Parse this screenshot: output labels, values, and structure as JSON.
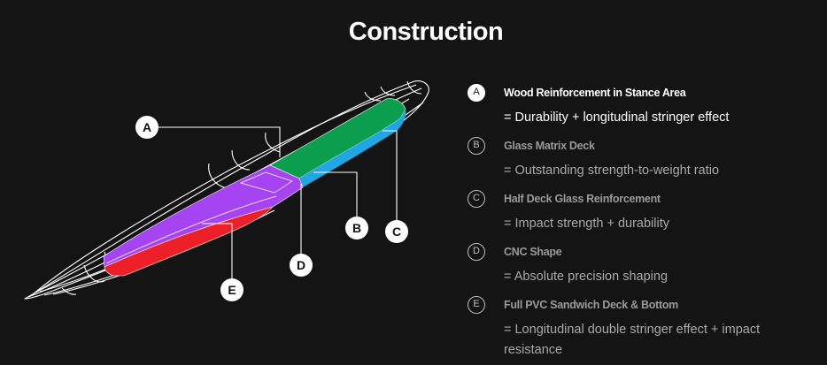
{
  "page": {
    "title": "Construction"
  },
  "diagram_markers": [
    "A",
    "B",
    "C",
    "D",
    "E"
  ],
  "legend": [
    {
      "letter": "A",
      "title": "Wood Reinforcement in Stance Area",
      "desc": "= Durability + longitudinal stringer effect",
      "active": true
    },
    {
      "letter": "B",
      "title": "Glass Matrix Deck",
      "desc": "= Outstanding strength-to-weight ratio",
      "active": false
    },
    {
      "letter": "C",
      "title": "Half Deck Glass Reinforcement",
      "desc": "= Impact strength + durability",
      "active": false
    },
    {
      "letter": "D",
      "title": "CNC Shape",
      "desc": "= Absolute precision shaping",
      "active": false
    },
    {
      "letter": "E",
      "title": "Full PVC Sandwich Deck & Bottom",
      "desc": "= Longitudinal double stringer effect + impact resistance",
      "active": false
    }
  ],
  "colors": {
    "background": "#141414",
    "wood": "#0b9e4e",
    "glass_blue": "#21a6e4",
    "cnc_purple": "#a444f2",
    "pvc_red": "#ee2027",
    "wireframe": "#ffffff"
  }
}
